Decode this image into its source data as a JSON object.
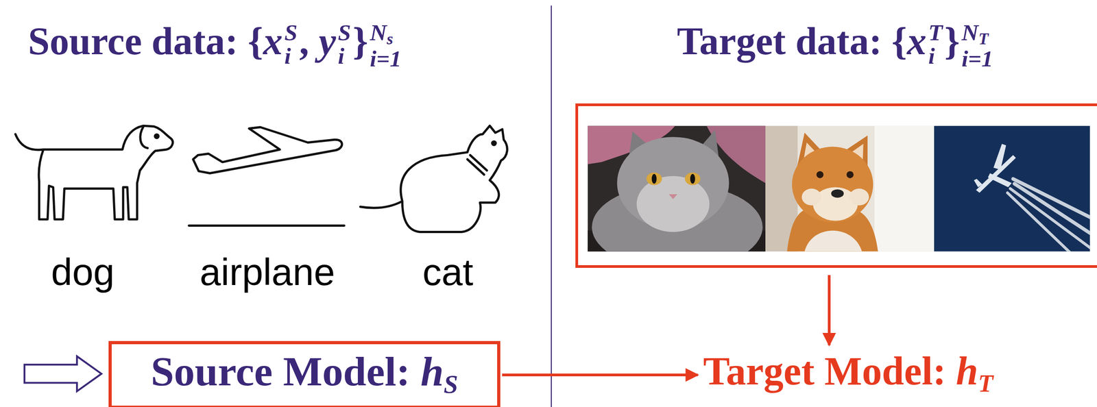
{
  "diagram": {
    "nodes": [
      {
        "text": [
          "Source Model:",
          "h",
          "S"
        ]
      },
      {
        "text": [
          "Target data: {",
          "x",
          "T",
          "i",
          "}",
          "N",
          "T",
          "i=1"
        ]
      },
      {
        "text": [
          "Target Model:",
          "h",
          "T"
        ]
      }
    ],
    "edges": [
      {
        "from": 0,
        "to": 2,
        "arrow": "to"
      },
      {
        "from": 1,
        "to": 2,
        "arrow": "to"
      }
    ],
    "labels": [
      "Source data: {",
      "x",
      "S",
      "i",
      ",",
      "y",
      "S",
      "i",
      "}",
      "N",
      "s",
      "i=1",
      "dog",
      "airplane",
      "cat"
    ]
  }
}
